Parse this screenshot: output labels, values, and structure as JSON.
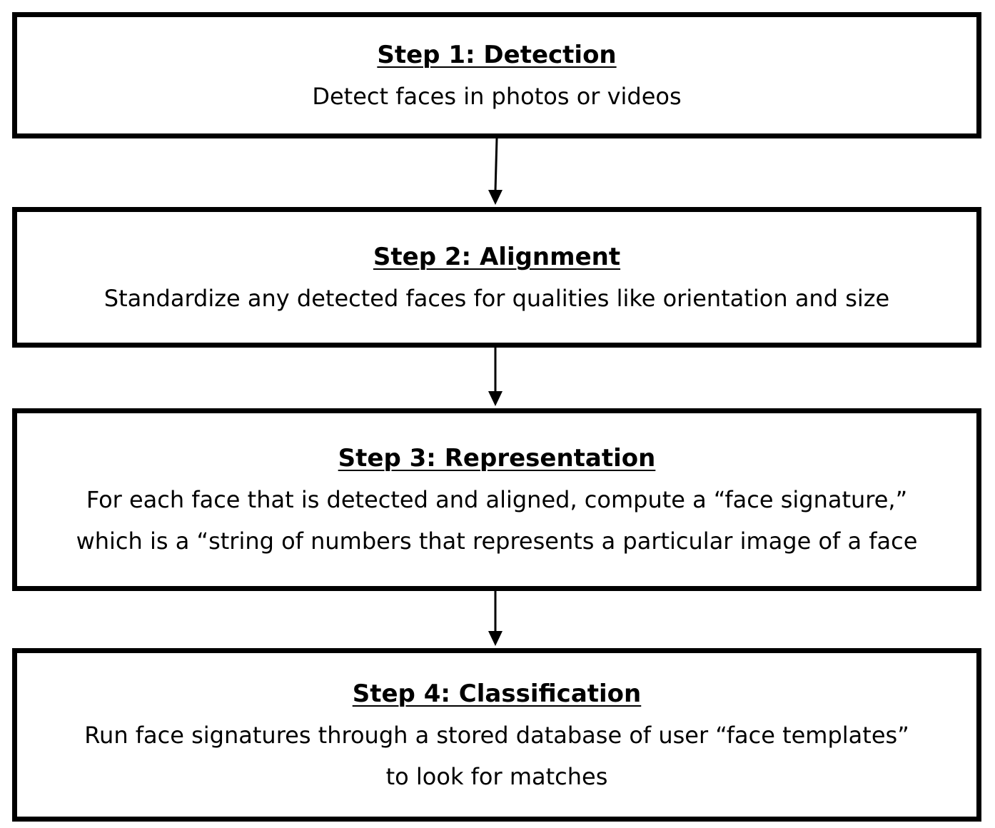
{
  "steps": [
    {
      "title": "Step 1: Detection",
      "lines": [
        "Detect faces in photos or videos"
      ]
    },
    {
      "title": "Step 2: Alignment",
      "lines": [
        "Standardize any detected faces for qualities like orientation and size"
      ]
    },
    {
      "title": "Step 3: Representation",
      "lines": [
        "For each face that is detected and aligned, compute a “face signature,”",
        "which is a “string of numbers that represents a particular image of a face"
      ]
    },
    {
      "title": "Step 4: Classification",
      "lines": [
        "Run face signatures through a stored database of user “face templates”",
        "to look for matches"
      ]
    }
  ],
  "colors": {
    "stroke": "#000000",
    "background": "#ffffff"
  }
}
